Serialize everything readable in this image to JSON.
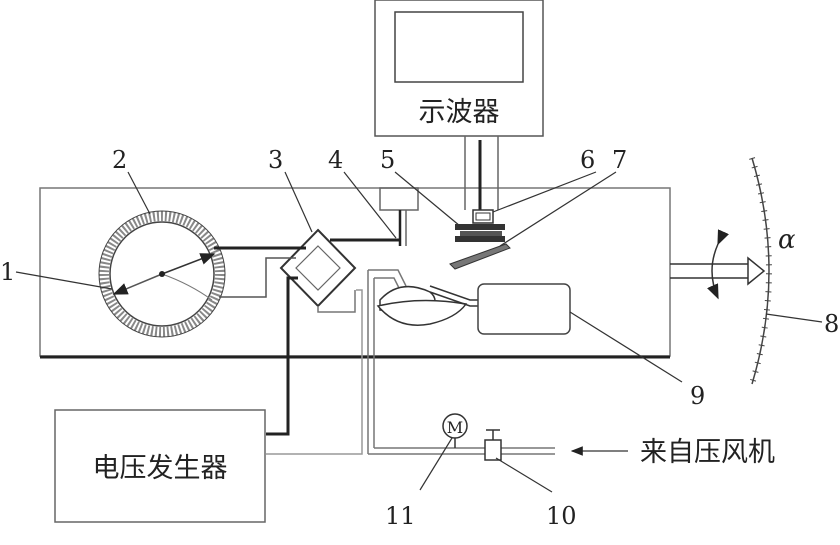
{
  "labels": {
    "n1": "1",
    "n2": "2",
    "n3": "3",
    "n4": "4",
    "n5": "5",
    "n6": "6",
    "n7": "7",
    "n8": "8",
    "n9": "9",
    "n10": "10",
    "n11": "11",
    "alpha": "α",
    "meter_symbol": "M",
    "oscilloscope": "示波器",
    "voltage_generator": "电压发生器",
    "from_compressor": "来自压风机"
  }
}
